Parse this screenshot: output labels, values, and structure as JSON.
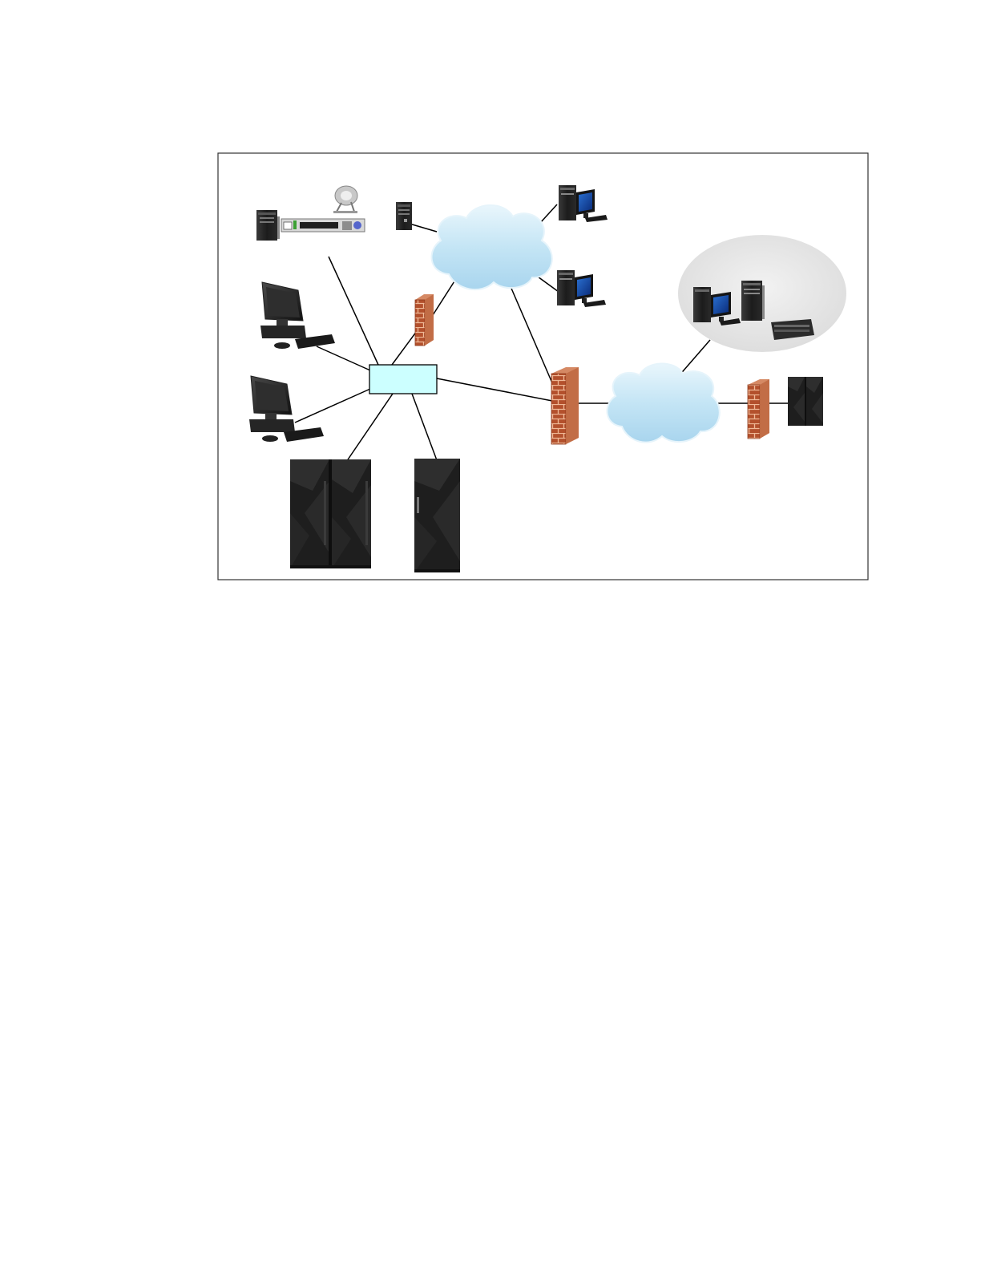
{
  "diagram": {
    "kind": "network-topology",
    "colors": {
      "frame": "#333333",
      "link": "#000000",
      "hub_fill": "#ccffff",
      "cloud_fill": "#bfe3f4",
      "cloud_edge": "#e6f4fb",
      "group_fill": "#e6e6e6",
      "brick": "#b3502c",
      "mortar": "#efb896",
      "equipment": "#1e1e1e"
    },
    "nodes": [
      {
        "id": "hub",
        "icon": "hub-box"
      },
      {
        "id": "satellite-system",
        "icon": "satellite-server-icon"
      },
      {
        "id": "internet-tower",
        "icon": "tower-server-icon"
      },
      {
        "id": "workstation-1",
        "icon": "desktop-workstation-icon"
      },
      {
        "id": "workstation-2",
        "icon": "desktop-workstation-icon"
      },
      {
        "id": "mainframe-dual",
        "icon": "mainframe-dual-frame-icon"
      },
      {
        "id": "mainframe-single",
        "icon": "mainframe-single-frame-icon"
      },
      {
        "id": "firewall-top",
        "icon": "firewall-icon"
      },
      {
        "id": "firewall-middle",
        "icon": "firewall-icon"
      },
      {
        "id": "firewall-right",
        "icon": "firewall-icon"
      },
      {
        "id": "cloud-top",
        "icon": "cloud-icon"
      },
      {
        "id": "cloud-lower",
        "icon": "cloud-icon"
      },
      {
        "id": "remote-pc-1",
        "icon": "tower-pc-with-monitor-icon"
      },
      {
        "id": "remote-pc-2",
        "icon": "tower-pc-with-monitor-icon"
      },
      {
        "id": "remote-group",
        "icon": "server-group-icon"
      },
      {
        "id": "remote-mainframe",
        "icon": "mainframe-small-icon"
      }
    ],
    "links": [
      {
        "from": "satellite-system",
        "to": "hub"
      },
      {
        "from": "workstation-1",
        "to": "hub"
      },
      {
        "from": "workstation-2",
        "to": "hub"
      },
      {
        "from": "mainframe-dual",
        "to": "hub"
      },
      {
        "from": "mainframe-single",
        "to": "hub"
      },
      {
        "from": "hub",
        "to": "firewall-top"
      },
      {
        "from": "firewall-top",
        "to": "cloud-top"
      },
      {
        "from": "internet-tower",
        "to": "cloud-top"
      },
      {
        "from": "cloud-top",
        "to": "remote-pc-1"
      },
      {
        "from": "cloud-top",
        "to": "remote-pc-2"
      },
      {
        "from": "cloud-top",
        "to": "firewall-middle"
      },
      {
        "from": "hub",
        "to": "firewall-middle"
      },
      {
        "from": "firewall-middle",
        "to": "cloud-lower"
      },
      {
        "from": "cloud-lower",
        "to": "remote-group"
      },
      {
        "from": "cloud-lower",
        "to": "firewall-right"
      },
      {
        "from": "firewall-right",
        "to": "remote-mainframe"
      }
    ]
  }
}
